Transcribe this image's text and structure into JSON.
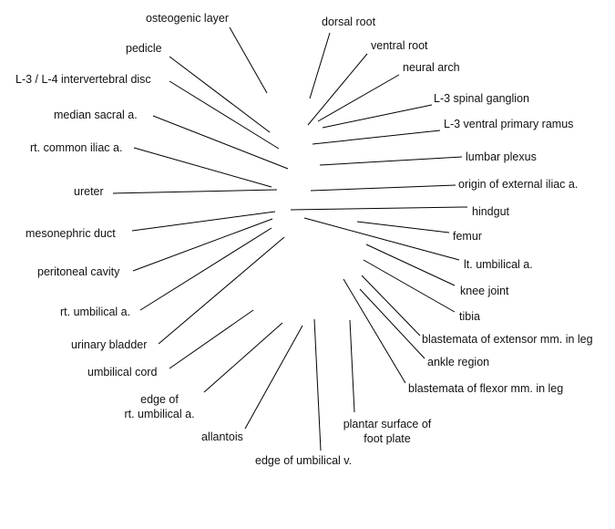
{
  "labels": {
    "osteogenic_layer": "osteogenic layer",
    "dorsal_root": "dorsal root",
    "ventral_root": "ventral root",
    "pedicle": "pedicle",
    "neural_arch": "neural arch",
    "intervertebral_disc": "L-3 / L-4 intervertebral disc",
    "spinal_ganglion": "L-3 spinal ganglion",
    "median_sacral": "median sacral a.",
    "ventral_primary_ramus": "L-3 ventral primary ramus",
    "rt_common_iliac": "rt. common iliac a.",
    "lumbar_plexus": "lumbar plexus",
    "origin_external_iliac": "origin of external iliac a.",
    "ureter": "ureter",
    "hindgut": "hindgut",
    "mesonephric_duct": "mesonephric duct",
    "femur": "femur",
    "lt_umbilical": "lt. umbilical a.",
    "peritoneal_cavity": "peritoneal cavity",
    "knee_joint": "knee joint",
    "rt_umbilical": "rt. umbilical a.",
    "tibia": "tibia",
    "blastemata_extensor": "blastemata of extensor mm. in leg",
    "urinary_bladder": "urinary bladder",
    "ankle_region": "ankle region",
    "umbilical_cord": "umbilical cord",
    "blastemata_flexor": "blastemata of flexor mm. in leg",
    "edge_rt_umbilical_1": "edge of",
    "edge_rt_umbilical_2": "rt. umbilical a.",
    "plantar_surface_1": "plantar surface of",
    "plantar_surface_2": "foot plate",
    "allantois": "allantois",
    "edge_umbilical_v": "edge of umbilical v."
  }
}
